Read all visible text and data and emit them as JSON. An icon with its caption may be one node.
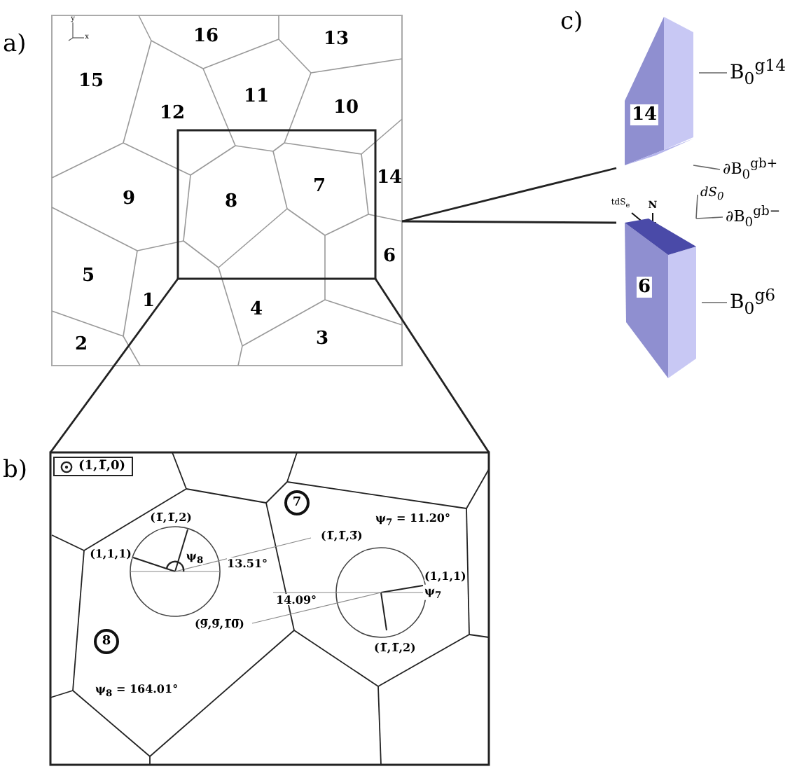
{
  "diagram": {
    "nodes": [
      {
        "text": [
          "14"
        ]
      },
      {
        "text": [],
        "shape": "box"
      },
      {
        "text": [
          "B$_{0}$$^{g14}$"
        ]
      },
      {
        "text": [
          "∂B$_{0}$$^{gb+}$"
        ]
      },
      {
        "text": [
          "dS$_{0}$"
        ]
      },
      {
        "text": [
          "∂B$_{0}$$^{gb−}$"
        ]
      },
      {
        "text": [
          "6"
        ]
      },
      {
        "text": [],
        "shape": "box"
      },
      {
        "text": [
          "B$_{0}$$^{g6}$"
        ]
      },
      {
        "text": [
          "(1,1̅,0)"
        ]
      },
      {
        "text": [
          "7"
        ]
      },
      {
        "text": [
          "8"
        ]
      }
    ],
    "edges": [
      {
        "from": 2,
        "to": 0,
        "arrow": "none"
      },
      {
        "from": 3,
        "to": 1,
        "arrow": "none"
      },
      {
        "from": 4,
        "to": 7,
        "arrow": "none"
      },
      {
        "from": 5,
        "to": 7,
        "arrow": "none"
      },
      {
        "from": 8,
        "to": 6,
        "arrow": "none"
      }
    ],
    "labels": [
      "a)",
      "y",
      "x",
      "16",
      "13",
      "15",
      "11",
      "12",
      "10",
      "14",
      "9",
      "8",
      "7",
      "6",
      "5",
      "1",
      "4",
      "2",
      "3",
      "c)",
      "tdS$_{e}$",
      "N",
      "b)",
      "(1̅,1̅,2)",
      "(1,1,1)",
      "ψ$_{8}$",
      "13.51°",
      "(1̅,1̅,3̅)",
      "ψ$_{7}$ = 11.20°",
      "(1,1,1)",
      "ψ$_{7}$",
      "14.09°",
      "(9̅,9̅,1̅0̅)",
      "(1̅,1̅,2)",
      "ψ$_{8}$ = 164.01°"
    ]
  }
}
